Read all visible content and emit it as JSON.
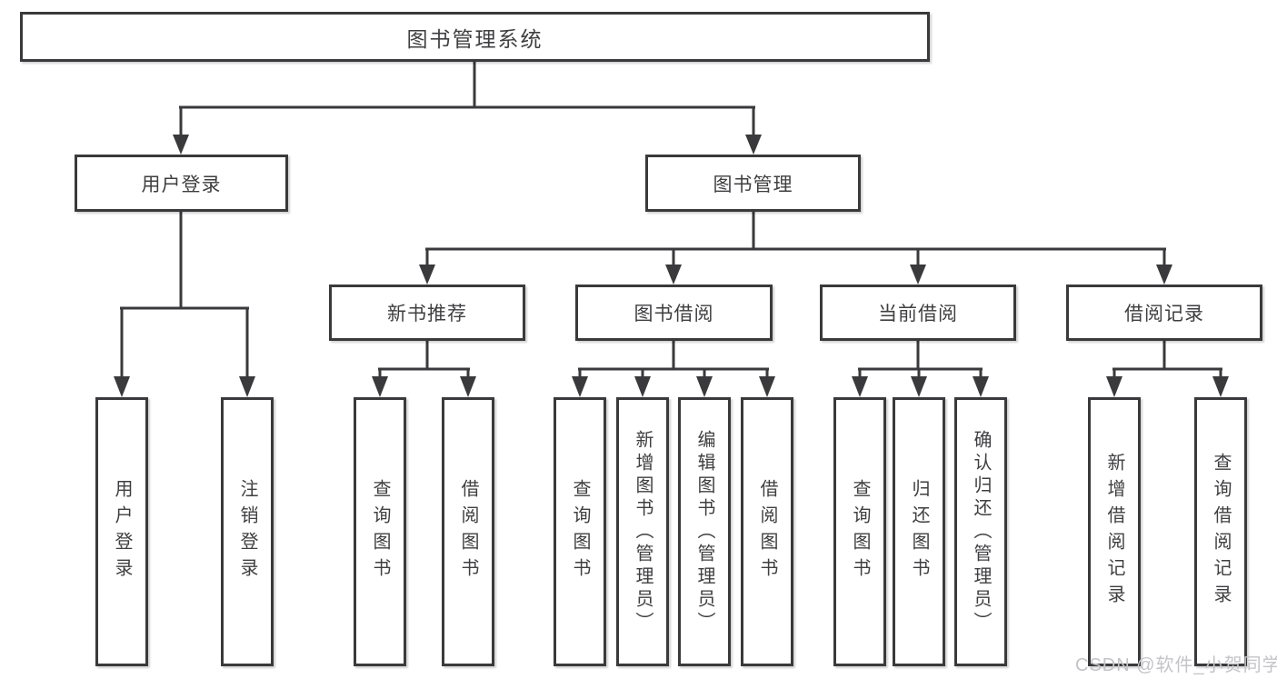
{
  "diagram": {
    "root": {
      "label": "图书管理系统"
    },
    "level2": [
      {
        "label": "用户登录"
      },
      {
        "label": "图书管理"
      }
    ],
    "level3": [
      {
        "label": "新书推荐"
      },
      {
        "label": "图书借阅"
      },
      {
        "label": "当前借阅"
      },
      {
        "label": "借阅记录"
      }
    ],
    "leaves": {
      "user_login": [
        {
          "label": "用户登录"
        },
        {
          "label": "注销登录"
        }
      ],
      "new_book": [
        {
          "label": "查询图书"
        },
        {
          "label": "借阅图书"
        }
      ],
      "book_borrow": [
        {
          "label": "查询图书"
        },
        {
          "label": "新增图书（管理员）"
        },
        {
          "label": "编辑图书（管理员）"
        },
        {
          "label": "借阅图书"
        }
      ],
      "current_borrow": [
        {
          "label": "查询图书"
        },
        {
          "label": "归还图书"
        },
        {
          "label": "确认归还（管理员）"
        }
      ],
      "borrow_record": [
        {
          "label": "新增借阅记录"
        },
        {
          "label": "查询借阅记录"
        }
      ]
    }
  },
  "watermark": {
    "label": "CSDN @软件_小贺同学"
  },
  "colors": {
    "line": "#3a3a3c",
    "text": "#3f3f41",
    "watermark": "#c4c4c8",
    "background": "#ffffff"
  }
}
